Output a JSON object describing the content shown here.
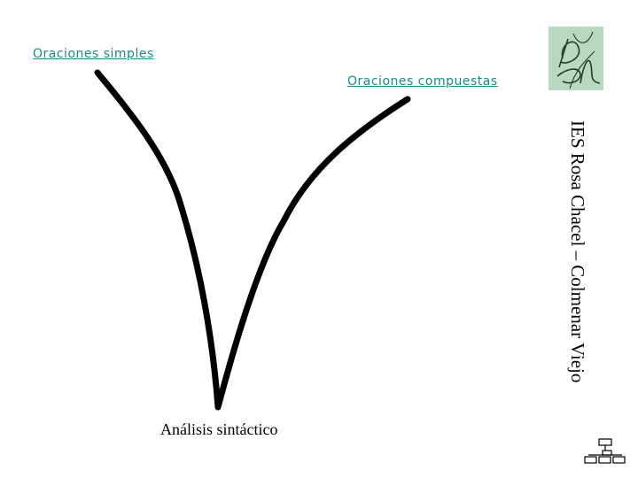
{
  "links": {
    "oraciones_simples": "Oraciones simples",
    "oraciones_compuestas": "Oraciones compuestas"
  },
  "title": "Análisis sintáctico",
  "sidebar_text": "IES Rosa Chacel – Colmenar Viejo",
  "logo": {
    "icon": "school-logo-icon",
    "background": "#b8d9bf"
  },
  "colors": {
    "link": "#1a8a86",
    "text": "#000000"
  },
  "nav_icon": "sitemap-icon"
}
